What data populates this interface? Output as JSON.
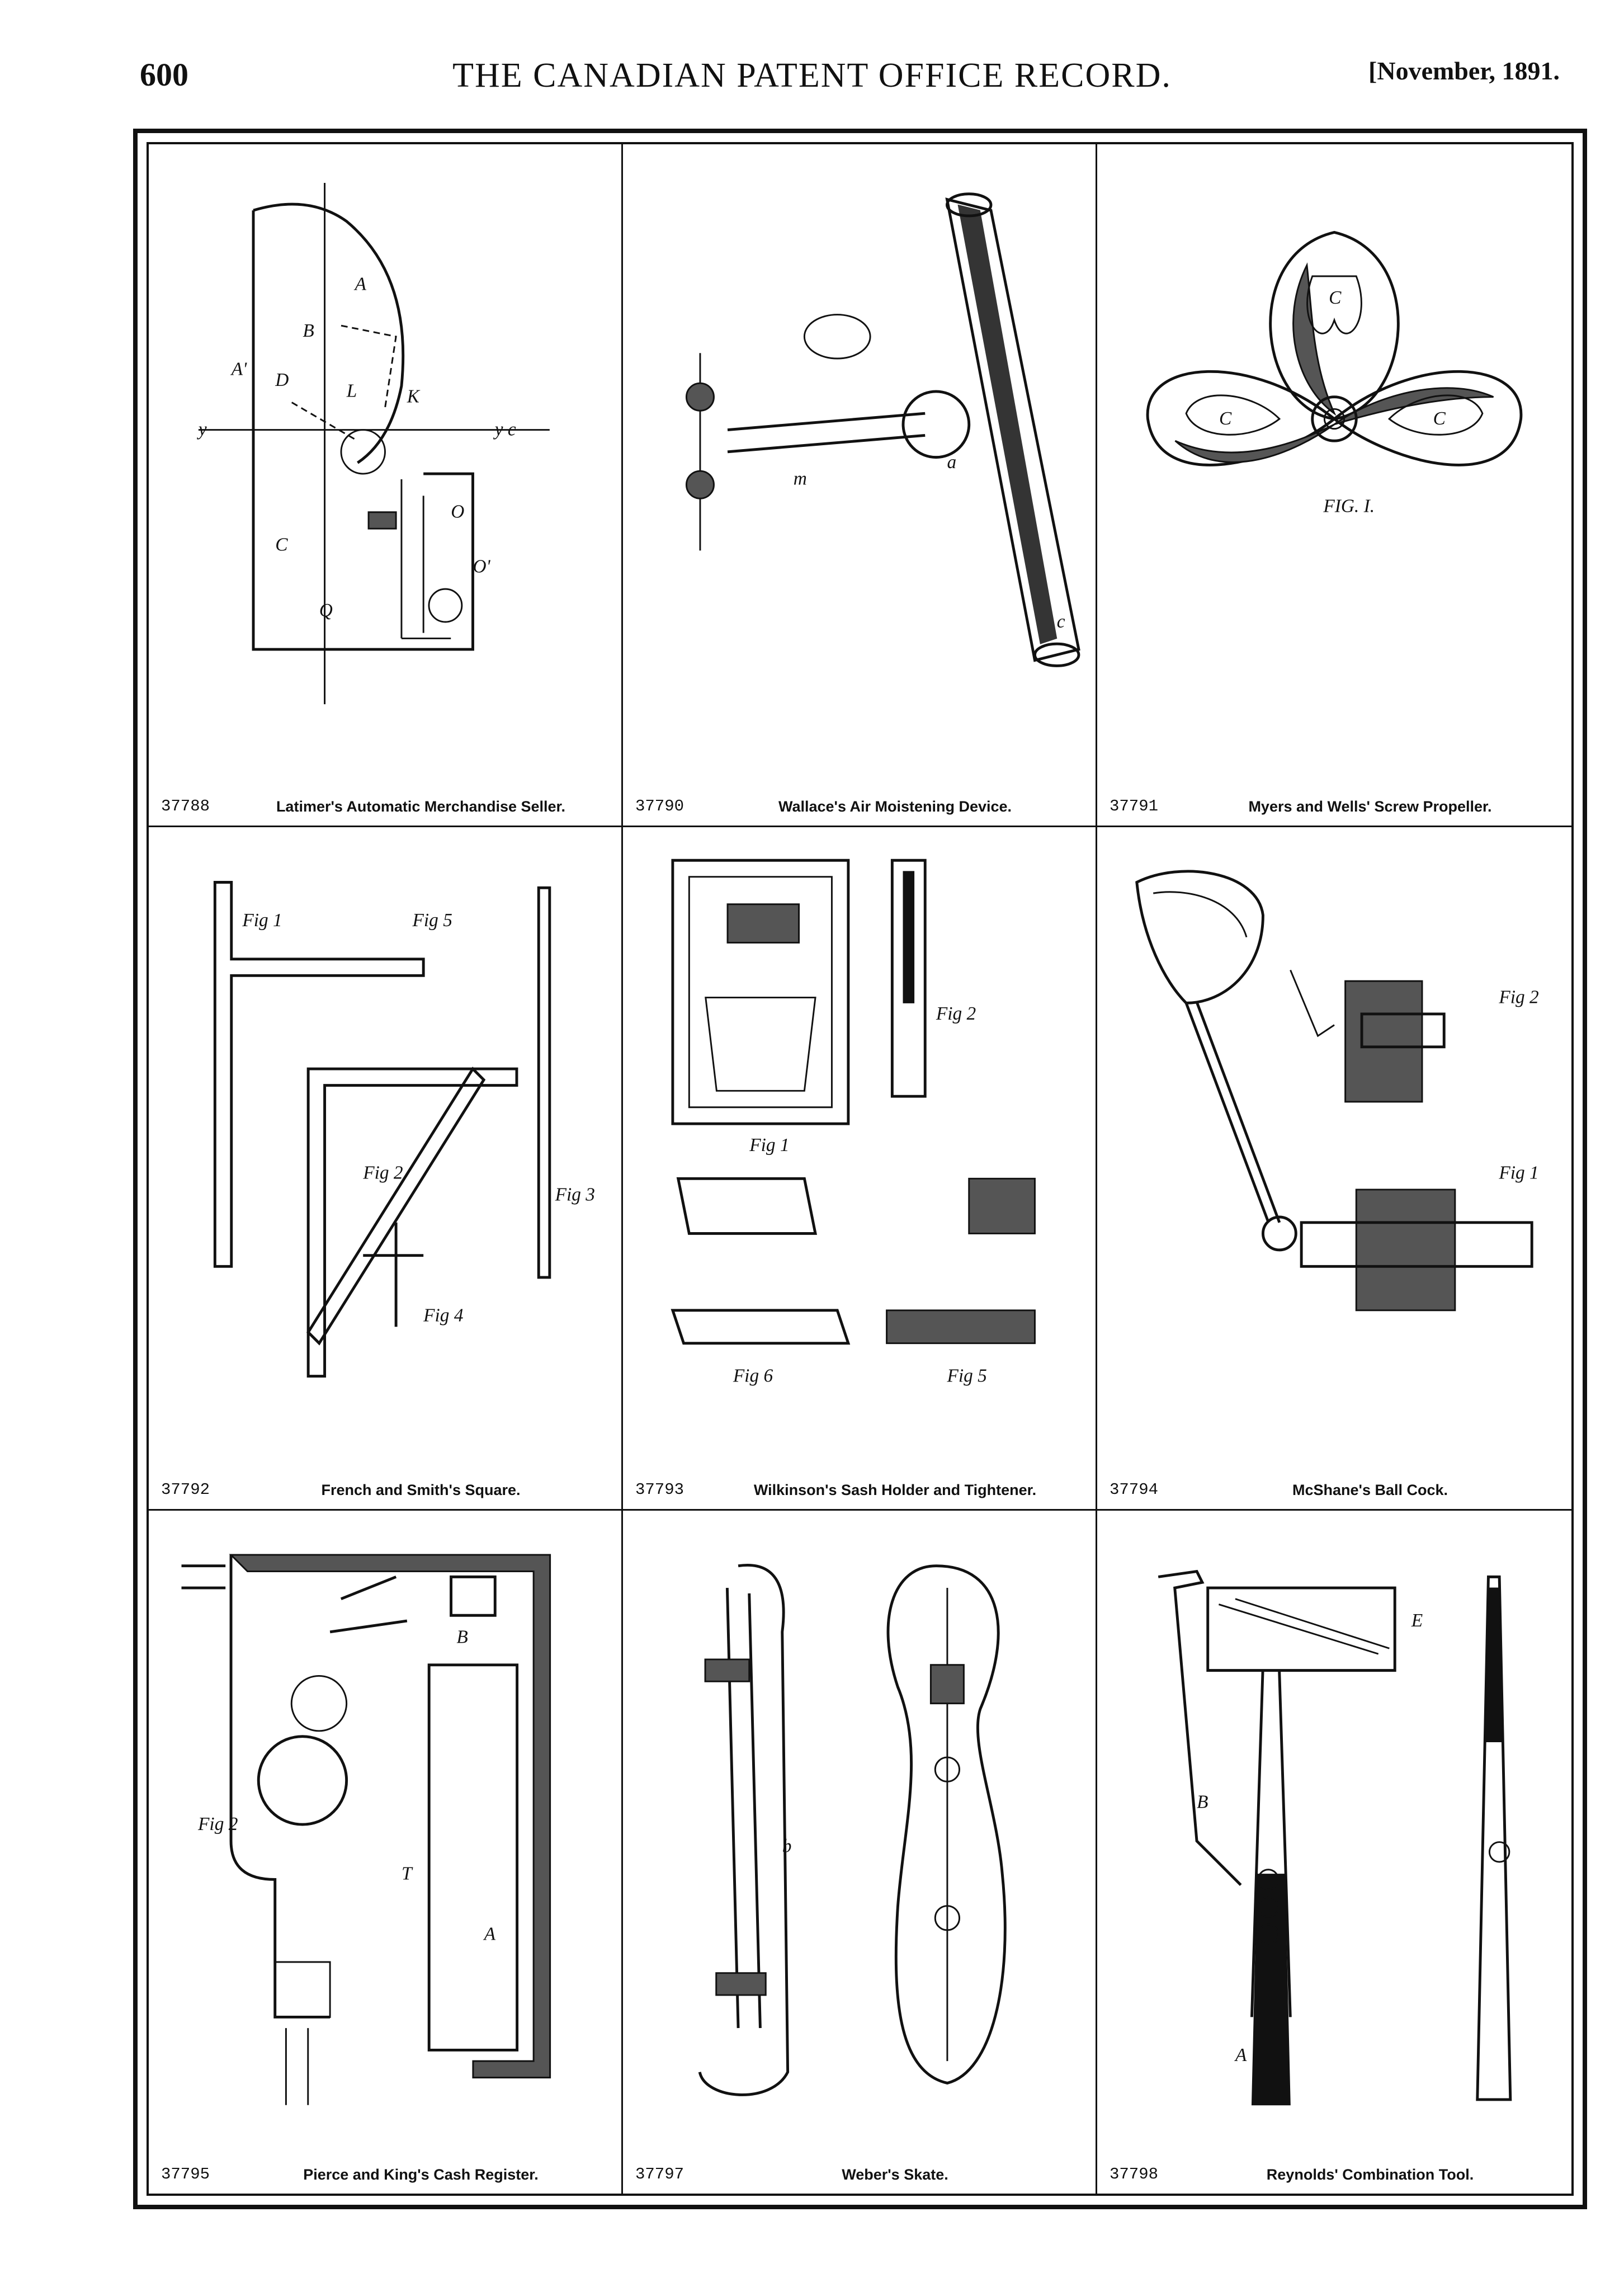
{
  "header": {
    "page_number": "600",
    "journal_title": "THE CANADIAN PATENT OFFICE RECORD.",
    "issue_date": "[November, 1891."
  },
  "patents": [
    {
      "number": "37788",
      "title": "Latimer's Automatic Merchandise Seller.",
      "icon": "merchandise-seller-drawing"
    },
    {
      "number": "37790",
      "title": "Wallace's Air Moistening Device.",
      "icon": "air-moistening-device-drawing"
    },
    {
      "number": "37791",
      "title": "Myers and Wells' Screw Propeller.",
      "icon": "screw-propeller-drawing"
    },
    {
      "number": "37792",
      "title": "French and Smith's Square.",
      "icon": "square-tool-drawing"
    },
    {
      "number": "37793",
      "title": "Wilkinson's Sash Holder and Tightener.",
      "icon": "sash-holder-drawing"
    },
    {
      "number": "37794",
      "title": "McShane's Ball Cock.",
      "icon": "ball-cock-drawing"
    },
    {
      "number": "37795",
      "title": "Pierce and King's Cash Register.",
      "icon": "cash-register-drawing"
    },
    {
      "number": "37797",
      "title": "Weber's Skate.",
      "icon": "skate-drawing"
    },
    {
      "number": "37798",
      "title": "Reynolds' Combination Tool.",
      "icon": "combination-tool-drawing"
    }
  ]
}
